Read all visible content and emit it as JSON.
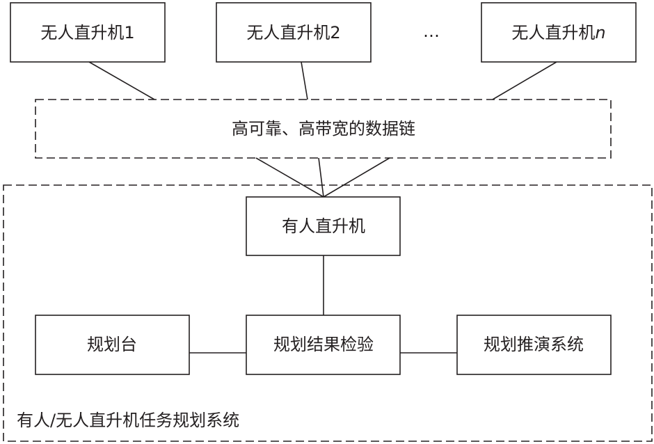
{
  "nodes": {
    "uav1": "无人直升机1",
    "uav2": "无人直升机2",
    "ellipsis": "…",
    "uavn_prefix": "无人直升机",
    "uavn_suffix": "n",
    "datalink": "高可靠、高带宽的数据链",
    "manned": "有人直升机",
    "planning_console": "规划台",
    "result_check": "规划结果检验",
    "deduction": "规划推演系统"
  },
  "system_label": "有人/无人直升机任务规划系统"
}
